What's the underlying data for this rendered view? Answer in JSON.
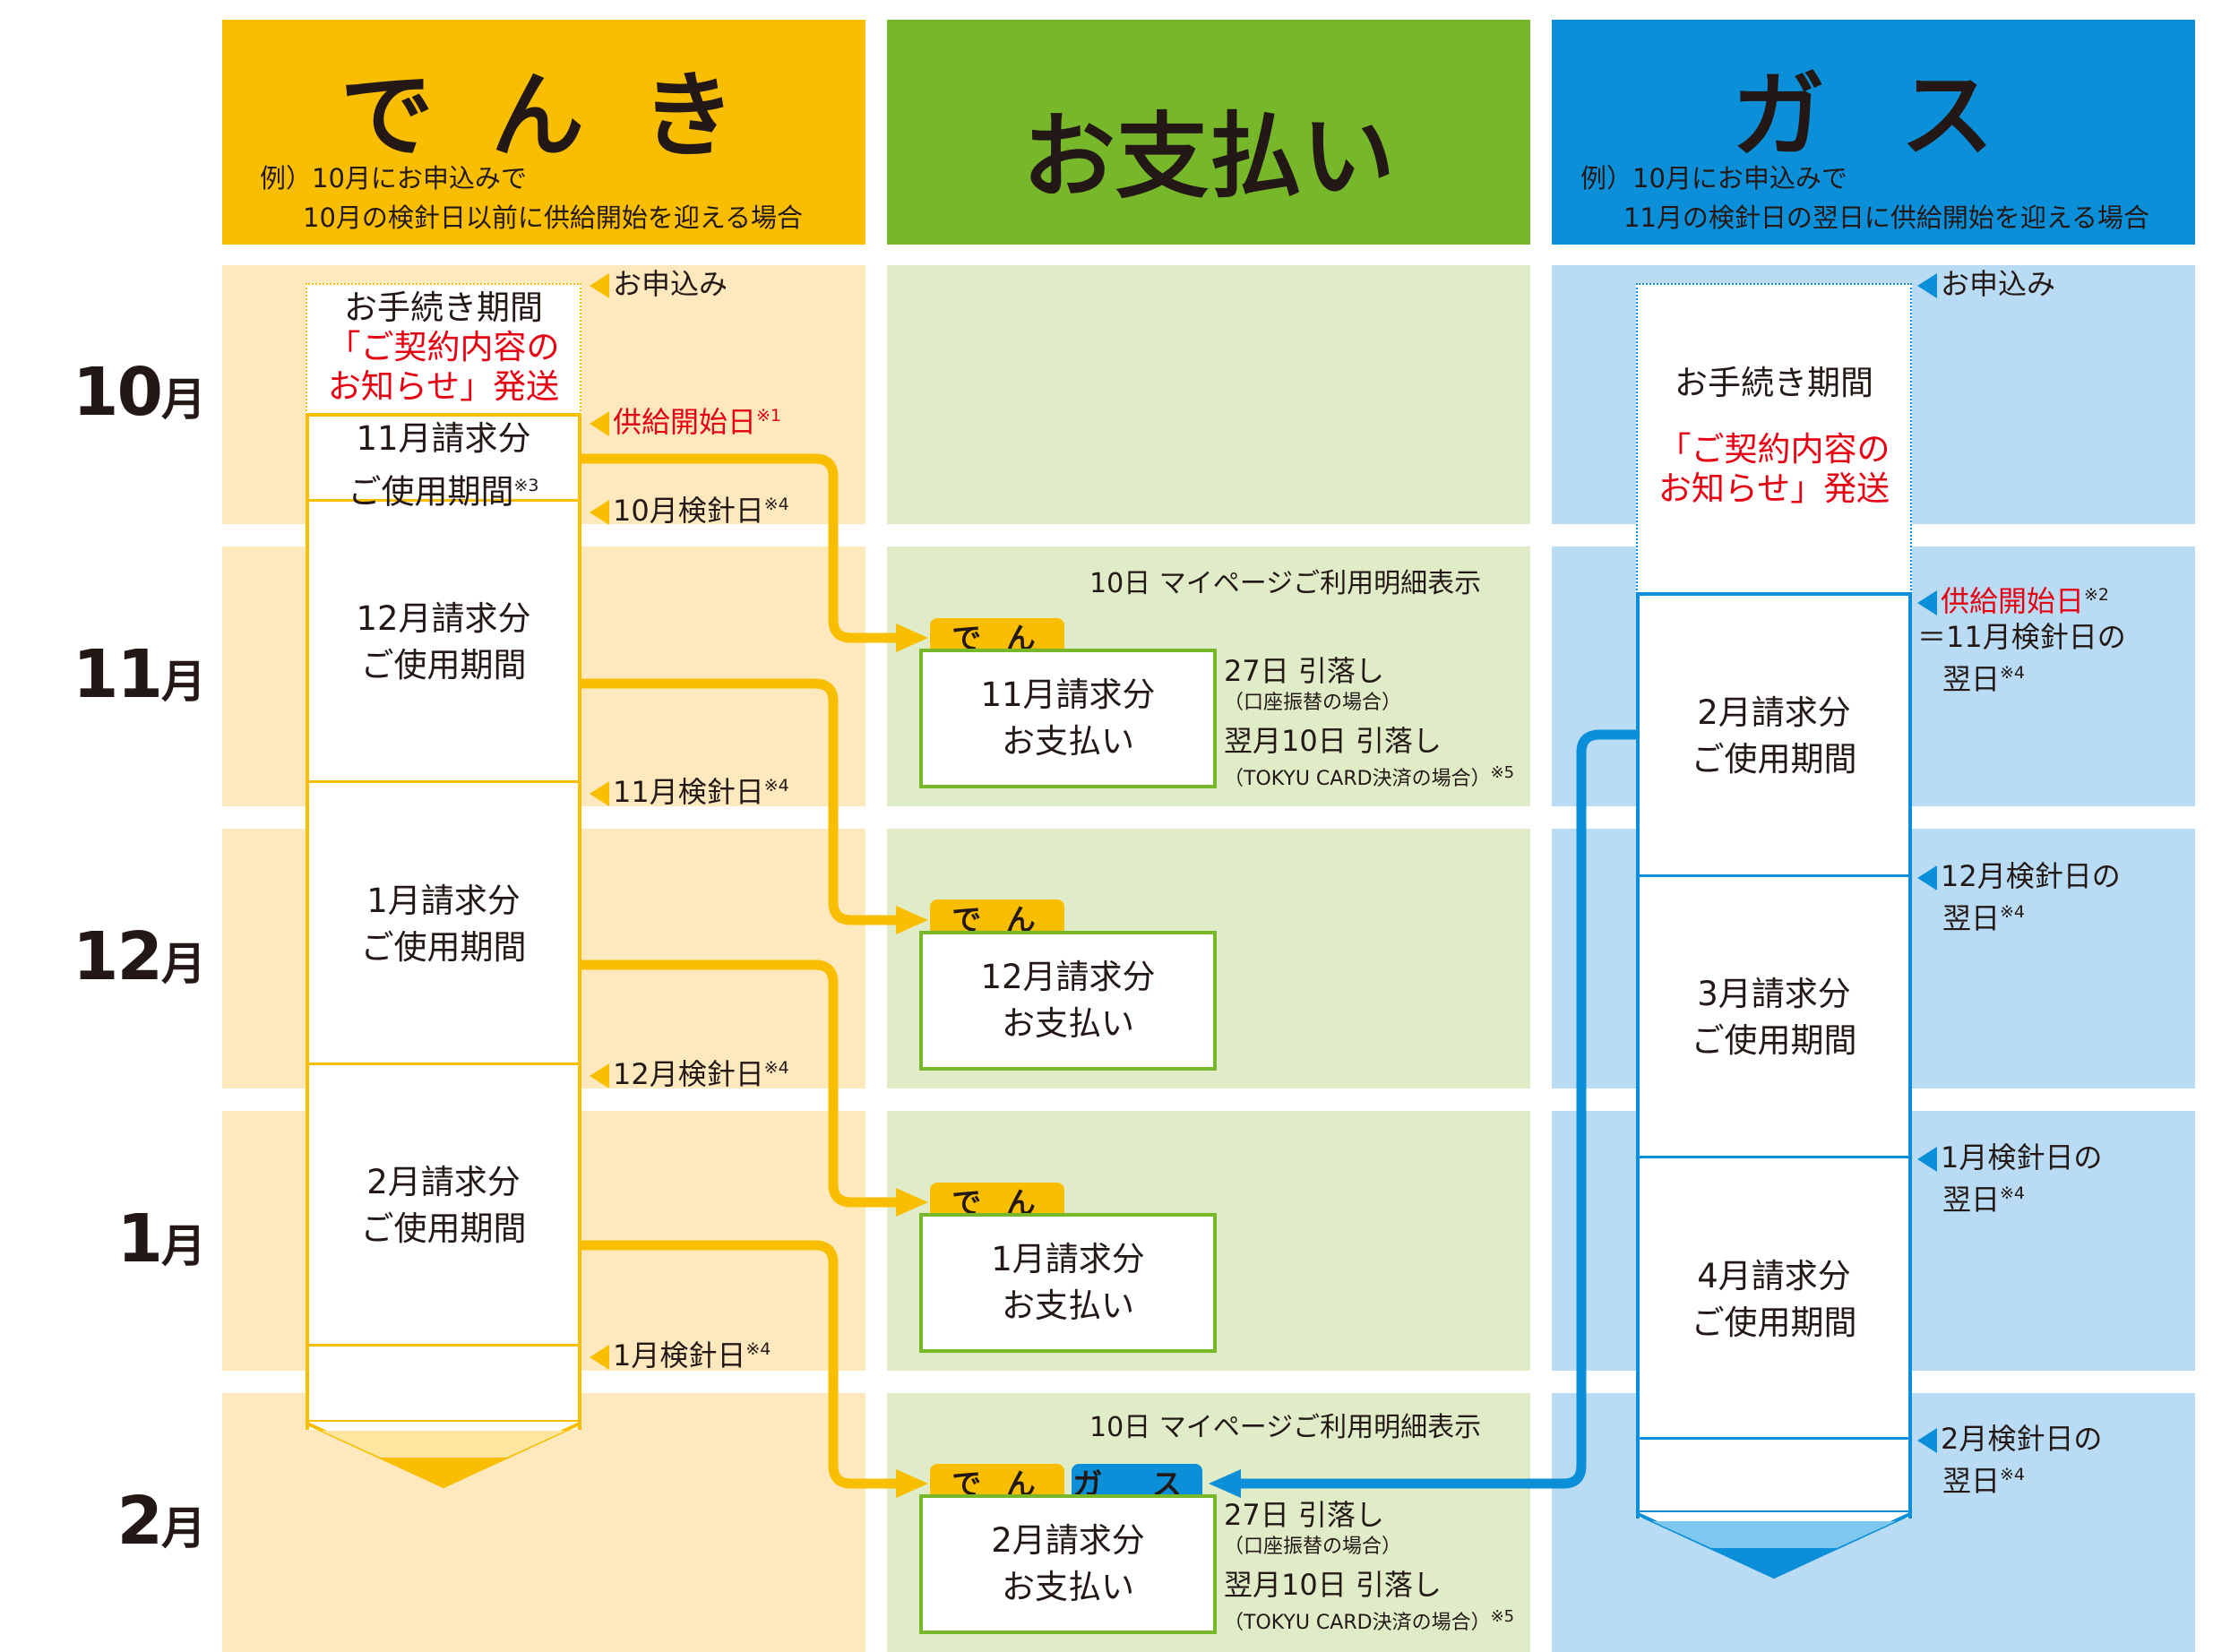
{
  "headers": {
    "denki": {
      "title": "で ん き",
      "note_line1": "例）10月にお申込みで",
      "note_line2": "10月の検針日以前に供給開始を迎える場合",
      "color": "#fabe00"
    },
    "payment": {
      "title": "お支払い",
      "color": "#76b82a"
    },
    "gas": {
      "title": "ガ ス",
      "note_line1": "例）10月にお申込みで",
      "note_line2": "11月の検針日の翌日に供給開始を迎える場合",
      "color": "#0a8fd8"
    }
  },
  "months": [
    {
      "num": "10",
      "unit": "月"
    },
    {
      "num": "11",
      "unit": "月"
    },
    {
      "num": "12",
      "unit": "月"
    },
    {
      "num": "1",
      "unit": "月"
    },
    {
      "num": "2",
      "unit": "月"
    }
  ],
  "denki": {
    "procedure": {
      "line1": "お手続き期間",
      "line2": "「ご契約内容の",
      "line3": "お知らせ」発送"
    },
    "periods": [
      {
        "line1": "11月請求分",
        "line2": "ご使用期間",
        "sup": "※3"
      },
      {
        "line1": "12月請求分",
        "line2": "ご使用期間"
      },
      {
        "line1": "1月請求分",
        "line2": "ご使用期間"
      },
      {
        "line1": "2月請求分",
        "line2": "ご使用期間"
      }
    ],
    "markers": [
      {
        "text": "お申込み",
        "sup": ""
      },
      {
        "text": "供給開始日",
        "sup": "※1"
      },
      {
        "text": "10月検針日",
        "sup": "※4"
      },
      {
        "text": "11月検針日",
        "sup": "※4"
      },
      {
        "text": "12月検針日",
        "sup": "※4"
      },
      {
        "text": "1月検針日",
        "sup": "※4"
      }
    ]
  },
  "payment": {
    "mypage_notes": [
      "10日 マイページご利用明細表示",
      "10日 マイページご利用明細表示"
    ],
    "tag_denki": "で ん き",
    "tag_gas": "ガ ス",
    "boxes": [
      {
        "line1": "11月請求分",
        "line2": "お支払い"
      },
      {
        "line1": "12月請求分",
        "line2": "お支払い"
      },
      {
        "line1": "1月請求分",
        "line2": "お支払い"
      },
      {
        "line1": "2月請求分",
        "line2": "お支払い"
      }
    ],
    "debit": {
      "line1": "27日 引落し",
      "line2": "（口座振替の場合）",
      "line3": "翌月10日 引落し",
      "line4": "（TOKYU CARD決済の場合）",
      "sup": "※5"
    }
  },
  "gas": {
    "procedure": {
      "line1": "お手続き期間",
      "line2": "「ご契約内容の",
      "line3": "お知らせ」発送"
    },
    "periods": [
      {
        "line1": "2月請求分",
        "line2": "ご使用期間"
      },
      {
        "line1": "3月請求分",
        "line2": "ご使用期間"
      },
      {
        "line1": "4月請求分",
        "line2": "ご使用期間"
      }
    ],
    "markers": [
      {
        "text": "お申込み",
        "sup": "",
        "sub": ""
      },
      {
        "text": "供給開始日",
        "sup": "※2",
        "sub_pre": "＝11月検針日の",
        "sub": "翌日",
        "sub_sup": "※4"
      },
      {
        "text": "12月検針日の",
        "sup": "",
        "sub": "翌日",
        "sub_sup": "※4"
      },
      {
        "text": "1月検針日の",
        "sup": "",
        "sub": "翌日",
        "sub_sup": "※4"
      },
      {
        "text": "2月検針日の",
        "sup": "",
        "sub": "翌日",
        "sub_sup": "※4"
      }
    ]
  }
}
